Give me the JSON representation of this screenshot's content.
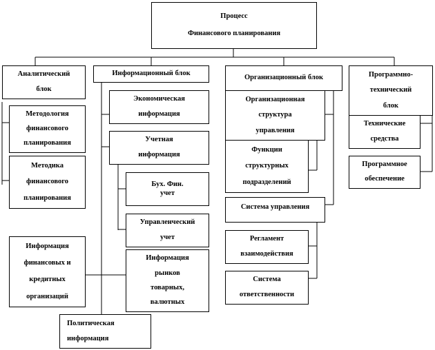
{
  "root": {
    "lines": [
      "Процесс",
      "Финансового планирования"
    ]
  },
  "blocks": {
    "analytic": {
      "lines": [
        "Аналитический",
        "блок"
      ]
    },
    "info": {
      "lines": [
        "Информационный блок"
      ]
    },
    "org": {
      "lines": [
        "Организационный блок"
      ]
    },
    "prog": {
      "lines": [
        "Программно-",
        "технический",
        "блок"
      ]
    }
  },
  "analytic_children": [
    {
      "lines": [
        "Методология",
        "финансового",
        "планирования"
      ]
    },
    {
      "lines": [
        "Методика",
        "финансового",
        "планирования"
      ]
    }
  ],
  "info_children": {
    "econ": {
      "lines": [
        "Экономическая",
        "информация"
      ]
    },
    "account": {
      "lines": [
        "Учетная",
        "информация"
      ]
    },
    "buh": {
      "lines": [
        "Бух. Фин.",
        "учет"
      ]
    },
    "mgmt": {
      "lines": [
        "Управленческий",
        "учет"
      ]
    },
    "markets": {
      "lines": [
        "Информация",
        "рынков",
        "товарных,",
        "валютных"
      ]
    },
    "fin_orgs": {
      "lines": [
        "Информация",
        "финансовых и",
        "кредитных",
        "организаций"
      ]
    },
    "politics": {
      "lines": [
        "Политическая",
        "информация"
      ]
    }
  },
  "org_children": {
    "structure": {
      "lines": [
        "Организационная",
        "структура",
        "управления"
      ]
    },
    "functions": {
      "lines": [
        "Функции",
        "структурных",
        "подразделений"
      ]
    },
    "system": {
      "lines": [
        "Система управления"
      ]
    },
    "reglament": {
      "lines": [
        "Регламент",
        "взаимодействия"
      ]
    },
    "responsibility": {
      "lines": [
        "Система",
        "ответственности"
      ]
    }
  },
  "prog_children": {
    "tech": {
      "lines": [
        "Технические",
        "средства"
      ]
    },
    "software": {
      "lines": [
        "Программное",
        "обеспечение"
      ]
    }
  }
}
